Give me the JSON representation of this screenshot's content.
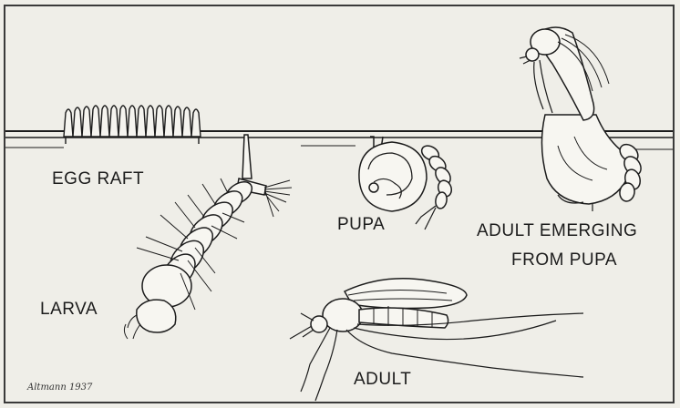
{
  "labels": {
    "egg_raft": "EGG RAFT",
    "pupa": "PUPA",
    "adult_emerging_line1": "ADULT EMERGING",
    "adult_emerging_line2": "FROM PUPA",
    "larva": "LARVA",
    "adult": "ADULT"
  },
  "signature": "Altmann 1937",
  "colors": {
    "ink": "#1c1c1c",
    "paper": "#efeee8"
  }
}
